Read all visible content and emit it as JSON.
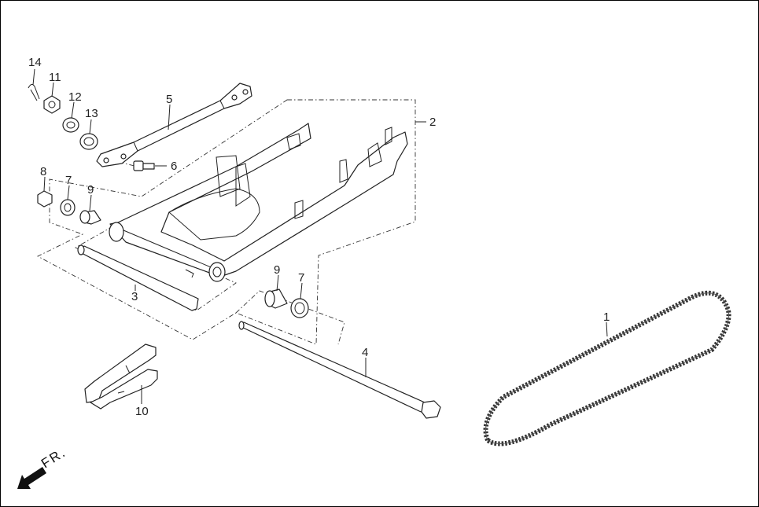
{
  "callouts": {
    "c1": "1",
    "c2": "2",
    "c3": "3",
    "c4": "4",
    "c5": "5",
    "c6": "6",
    "c7a": "7",
    "c7b": "7",
    "c8": "8",
    "c9a": "9",
    "c9b": "9",
    "c10": "10",
    "c11": "11",
    "c12": "12",
    "c13": "13",
    "c14": "14"
  },
  "direction": {
    "label": "FR.",
    "icon": "front-direction-arrow-icon"
  },
  "colors": {
    "line": "#222222",
    "background": "#ffffff"
  }
}
